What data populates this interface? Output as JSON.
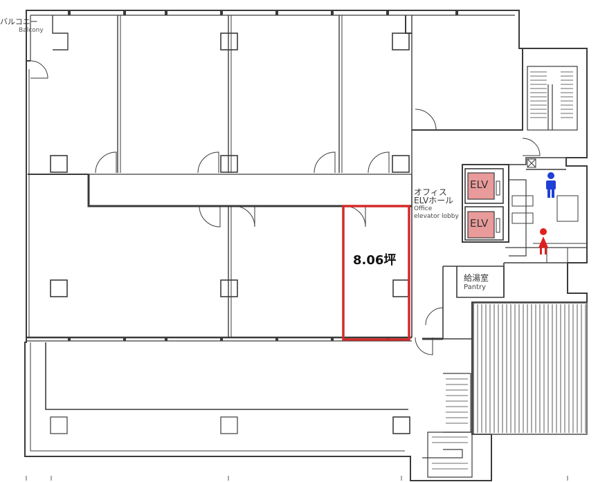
{
  "labels": {
    "balcony_jp": "バルコニー",
    "balcony_en": "Balcony",
    "lobby_jp_line1": "オフィス",
    "lobby_jp_line2": "ELVホール",
    "lobby_en_line1": "Office",
    "lobby_en_line2": "elevator lobby",
    "elevator_1": "ELV",
    "elevator_2": "ELV",
    "pantry_jp": "給湯室",
    "pantry_en": "Pantry",
    "highlighted_area": "8.06坪"
  },
  "colors": {
    "wall": "#3a3a3a",
    "highlight": "#d42a2a",
    "elevator_fill": "#e99a9a",
    "male_icon": "#1f3fd6",
    "female_icon": "#e02020"
  },
  "icons": [
    "male-restroom-icon",
    "female-restroom-icon",
    "stairs-icon",
    "door-swing-icon"
  ]
}
